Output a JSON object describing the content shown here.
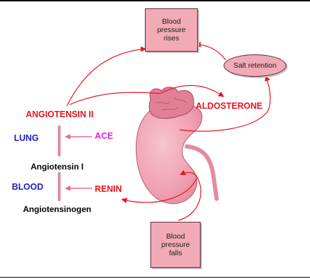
{
  "colors": {
    "accent_red": "#e8141c",
    "blue": "#2020c8",
    "magenta": "#e020e0",
    "box_pink": "#f2aab6",
    "kidney_pink": "#f3a3b4",
    "gland_pink": "#e07f95"
  },
  "boxes": {
    "bp_rises": "Blood\npressure\nrises",
    "bp_falls": "Blood\npressure\nfalls"
  },
  "salt_retention": "Salt retention",
  "labels": {
    "angiotensin_ii": "ANGIOTENSIN II",
    "aldosterone": "ALDOSTERONE",
    "lung": "LUNG",
    "ace": "ACE",
    "angiotensin_i": "Angiotensin I",
    "blood": "BLOOD",
    "renin": "RENIN",
    "angiotensinogen": "Angiotensinogen"
  }
}
